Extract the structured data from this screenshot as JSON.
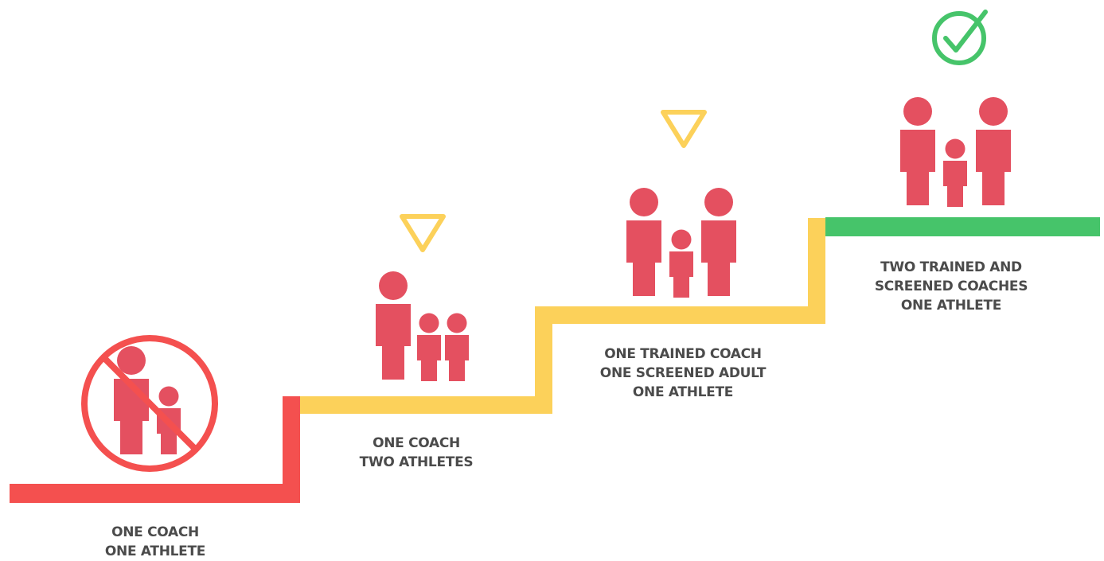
{
  "colors": {
    "red": "#f4504f",
    "yellow": "#fcd15a",
    "green": "#46c46a",
    "figure": "#e45060",
    "label": "#4b4b4b"
  },
  "steps": [
    {
      "lines": [
        "ONE COACH",
        "ONE ATHLETE"
      ],
      "status": "prohibited",
      "icon": "no-entry-icon"
    },
    {
      "lines": [
        "ONE COACH",
        "TWO ATHLETES"
      ],
      "status": "caution",
      "icon": "caution-triangle-icon"
    },
    {
      "lines": [
        "ONE TRAINED COACH",
        "ONE SCREENED ADULT",
        "ONE ATHLETE"
      ],
      "status": "caution",
      "icon": "caution-triangle-icon"
    },
    {
      "lines": [
        "TWO TRAINED AND",
        "SCREENED COACHES",
        "ONE ATHLETE"
      ],
      "status": "approved",
      "icon": "checkmark-circle-icon"
    }
  ]
}
